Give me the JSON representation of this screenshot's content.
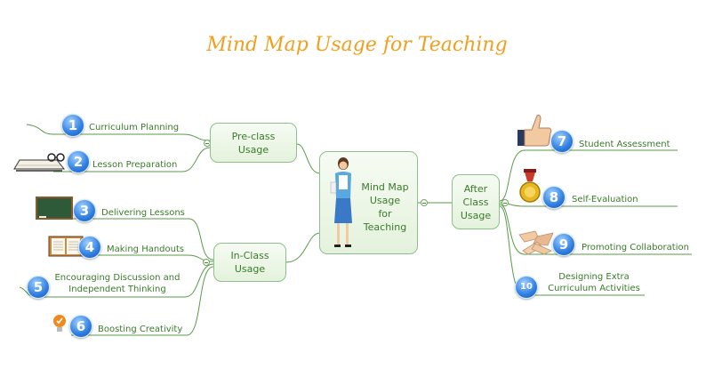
{
  "title": "Mind Map Usage for Teaching",
  "center": {
    "lines": [
      "Mind Map",
      "Usage",
      "for",
      "Teaching"
    ]
  },
  "branches": {
    "pre_class": {
      "lines": [
        "Pre-class",
        "Usage"
      ]
    },
    "in_class": {
      "lines": [
        "In-Class",
        "Usage"
      ]
    },
    "after_class": {
      "lines": [
        "After",
        "Class",
        "Usage"
      ]
    }
  },
  "items": [
    {
      "number": "1",
      "label": "Curriculum Planning",
      "icon": "none"
    },
    {
      "number": "2",
      "label": "Lesson Preparation",
      "icon": "book-with-glasses-icon"
    },
    {
      "number": "3",
      "label": "Delivering Lessons",
      "icon": "chalkboard-icon"
    },
    {
      "number": "4",
      "label": "Making Handouts",
      "icon": "open-book-icon"
    },
    {
      "number": "5",
      "label_lines": [
        "Encouraging Discussion and",
        "Independent Thinking"
      ],
      "icon": "none"
    },
    {
      "number": "6",
      "label": "Boosting Creativity",
      "icon": "lightbulb-badge-icon"
    },
    {
      "number": "7",
      "label": "Student Assessment",
      "icon": "thumbs-up-icon"
    },
    {
      "number": "8",
      "label": "Self-Evaluation",
      "icon": "medal-icon"
    },
    {
      "number": "9",
      "label": "Promoting Collaboration",
      "icon": "joined-hands-icon"
    },
    {
      "number": "10",
      "label_lines": [
        "Designing Extra",
        "Curriculum Activities"
      ],
      "icon": "none"
    }
  ],
  "colors": {
    "title": "#f0a020",
    "line": "#5a9a4a",
    "text": "#3a7a2a",
    "circle": "#2f7ee0"
  }
}
